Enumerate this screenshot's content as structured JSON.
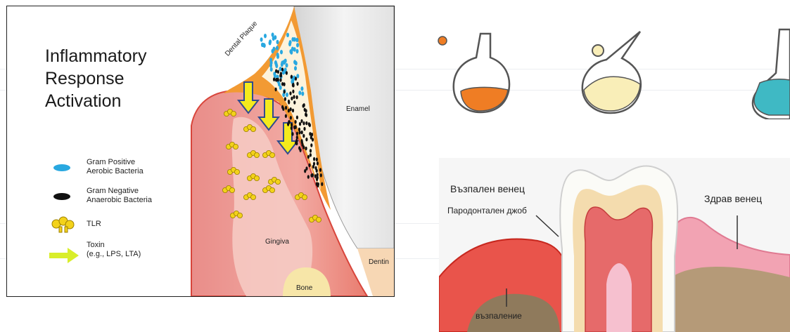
{
  "diagram": {
    "title_lines": [
      "Inflammatory",
      "Response",
      "Activation"
    ],
    "labels": {
      "dental_plaque": "Dental Plaque",
      "enamel": "Enamel",
      "gingiva": "Gingiva",
      "dentin": "Dentin",
      "bone": "Bone"
    },
    "legend": [
      {
        "line1": "Gram Positive",
        "line2": "Aerobic Bacteria",
        "icon": "blue-oval-icon",
        "color": "#29a8e0"
      },
      {
        "line1": "Gram Negative",
        "line2": "Anaerobic Bacteria",
        "icon": "black-oval-icon",
        "color": "#111111"
      },
      {
        "line1": "TLR",
        "line2": "",
        "icon": "tlr-receptor-icon",
        "color": "#f3d21a"
      },
      {
        "line1": "Toxin",
        "line2": "(e.g., LPS, LTA)",
        "icon": "yellow-arrow-icon",
        "color": "#d9ee2a"
      }
    ]
  },
  "illustration": {
    "labels": {
      "inflamed_gum": "Възпален венец",
      "periodontal_pocket": "Пародонтален джоб",
      "healthy_gum": "Здрав венец",
      "inflammation": "възпаление"
    }
  },
  "decor": {
    "flask_colors": [
      "#ef7d24",
      "#f9eeb8",
      "#3fb9c4"
    ],
    "flask_icons": [
      "orange-flask-icon",
      "yellow-flask-icon",
      "teal-flask-icon"
    ]
  }
}
